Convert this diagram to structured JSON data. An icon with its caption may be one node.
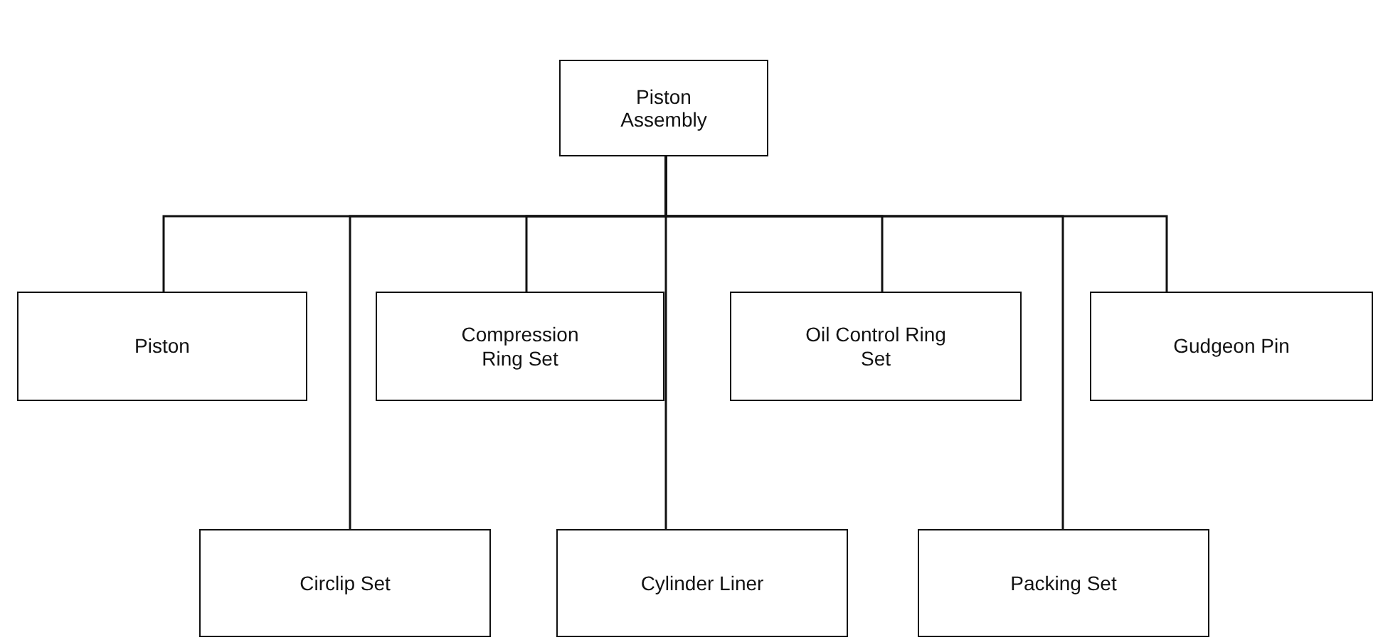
{
  "diagram": {
    "nodes": [
      {
        "text": [
          "Piston Assembly"
        ]
      },
      {
        "text": [
          "Piston"
        ]
      },
      {
        "text": [
          "Compression Ring Set"
        ]
      },
      {
        "text": [
          "Oil Control Ring Set"
        ]
      },
      {
        "text": [
          "Gudgeon Pin"
        ]
      },
      {
        "text": [
          "Circlip Set"
        ]
      },
      {
        "text": [
          "Cylinder Liner"
        ]
      },
      {
        "text": [
          "Packing Set"
        ]
      }
    ],
    "edges": [
      {
        "from": 0,
        "to": 1,
        "arrow": "none"
      },
      {
        "from": 0,
        "to": 5,
        "arrow": "none"
      },
      {
        "from": 0,
        "to": 2,
        "arrow": "none"
      },
      {
        "from": 0,
        "to": 6,
        "arrow": "none"
      },
      {
        "from": 0,
        "to": 3,
        "arrow": "none"
      },
      {
        "from": 0,
        "to": 7,
        "arrow": "none"
      },
      {
        "from": 0,
        "to": 4,
        "arrow": "none"
      }
    ]
  }
}
